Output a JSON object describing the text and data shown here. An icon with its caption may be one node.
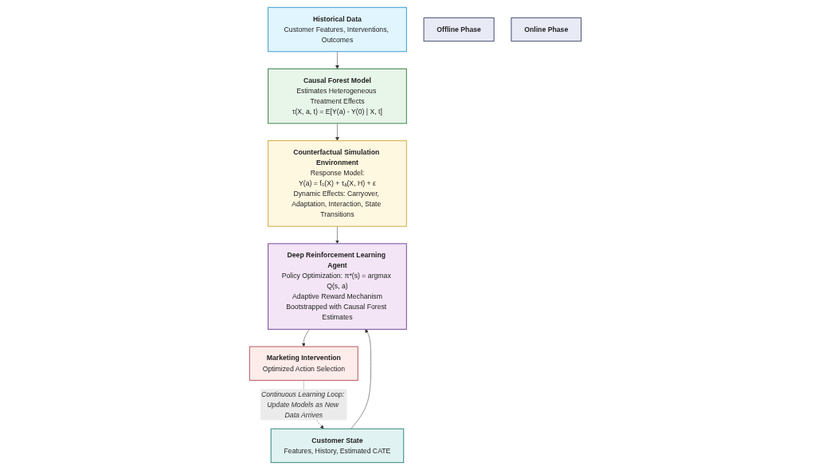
{
  "diagram": {
    "nodes": [
      {
        "text": [
          "Historical Data",
          "Customer Features, Interventions, Outcomes"
        ]
      },
      {
        "text": [
          "Causal Forest Model",
          "Estimates Heterogeneous Treatment Effects",
          "τ(X, a, t) = E[Y(a) - Y(0) | X, t]"
        ]
      },
      {
        "text": [
          "Counterfactual Simulation Environment",
          "Response Model:",
          "Y(a) = f₀(X) + τₐ(X, H) + ε",
          "Dynamic Effects: Carryover, Adaptation, Interaction, State Transitions"
        ]
      },
      {
        "text": [
          "Offline Phase"
        ]
      },
      {
        "text": [
          "Online Phase"
        ]
      },
      {
        "text": [
          "Customer State",
          "Features, History, Estimated CATE"
        ]
      },
      {
        "text": [
          "Deep Reinforcement Learning Agent",
          "Policy Optimization: π*(s) = argmax Q(s, a)",
          "Adaptive Reward Mechanism",
          "Bootstrapped with Causal Forest Estimates"
        ]
      },
      {
        "text": [
          "Marketing Intervention",
          "Optimized Action Selection"
        ]
      }
    ],
    "edges": [
      {
        "from": 0,
        "to": 1,
        "arrow": "to"
      },
      {
        "from": 1,
        "to": 2,
        "arrow": "to"
      },
      {
        "from": 2,
        "to": 6,
        "arrow": "to"
      },
      {
        "from": 5,
        "to": 6,
        "arrow": "to"
      },
      {
        "from": 6,
        "to": 7,
        "arrow": "to"
      },
      {
        "from": 7,
        "to": 5,
        "arrow": "to",
        "style": "dashed",
        "label": "Continuous Learning Loop: Update Models as New Data Arrives"
      }
    ]
  }
}
